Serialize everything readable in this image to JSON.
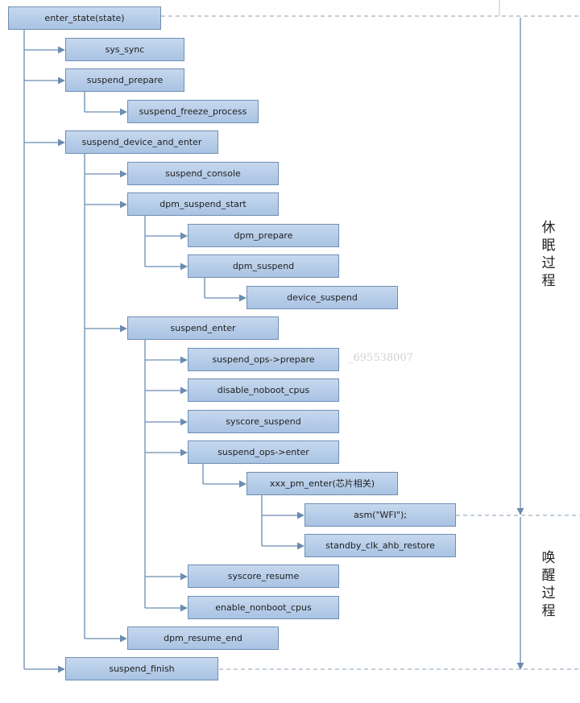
{
  "nodes": {
    "enter_state": "enter_state(state)",
    "sys_sync": "sys_sync",
    "suspend_prepare": "suspend_prepare",
    "suspend_freeze_process": "suspend_freeze_process",
    "suspend_device_and_enter": "suspend_device_and_enter",
    "suspend_console": "suspend_console",
    "dpm_suspend_start": "dpm_suspend_start",
    "dpm_prepare": "dpm_prepare",
    "dpm_suspend": "dpm_suspend",
    "device_suspend": "device_suspend",
    "suspend_enter": "suspend_enter",
    "suspend_ops_prepare": "suspend_ops->prepare",
    "disable_noboot_cpus": "disable_noboot_cpus",
    "syscore_suspend": "syscore_suspend",
    "suspend_ops_enter": "suspend_ops->enter",
    "xxx_pm_enter": "xxx_pm_enter(芯片相关)",
    "asm_wfi": "asm(\"WFI\");",
    "standby_clk_ahb_restore": "standby_clk_ahb_restore",
    "syscore_resume": "syscore_resume",
    "enable_nonboot_cpus": "enable_nonboot_cpus",
    "dpm_resume_end": "dpm_resume_end",
    "suspend_finish": "suspend_finish"
  },
  "phases": {
    "sleep": "休眠过程",
    "wake": "唤醒过程"
  },
  "watermark": "_695538007",
  "colors": {
    "node_fill_top": "#c6d8ee",
    "node_fill_bottom": "#a9c3e3",
    "node_border": "#6f8fb3",
    "connector": "#6a8cb0",
    "dashed": "#8a9fb5"
  }
}
